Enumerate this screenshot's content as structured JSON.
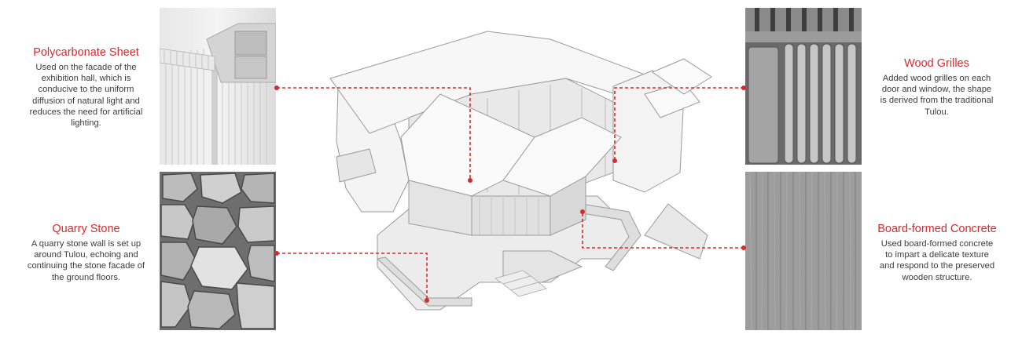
{
  "accent_color": "#d42b2f",
  "materials": [
    {
      "id": "polycarbonate-sheet",
      "title": "Polycarbonate Sheet",
      "description": [
        "Used on the facade of the",
        "exhibition hall, which is",
        "conducive to the uniform",
        "diffusion of natural light and",
        "reduces the need for artificial",
        "lighting."
      ],
      "swatch": "polycarbonate-swatch"
    },
    {
      "id": "quarry-stone",
      "title": "Quarry Stone",
      "description": [
        "A quarry stone wall is set up",
        "around Tulou, echoing and",
        "continuing the stone facade of",
        "the ground floors."
      ],
      "swatch": "stone-swatch"
    },
    {
      "id": "wood-grilles",
      "title": "Wood Grilles",
      "description": [
        "Added wood grilles on each",
        "door and window, the shape",
        "is derived from the traditional",
        "Tulou."
      ],
      "swatch": "wood-grille-swatch"
    },
    {
      "id": "board-formed-concrete",
      "title": "Board-formed Concrete",
      "description": [
        "Used board-formed concrete",
        "to impart a delicate texture",
        "and respond to the preserved",
        "wooden structure."
      ],
      "swatch": "concrete-swatch"
    }
  ]
}
